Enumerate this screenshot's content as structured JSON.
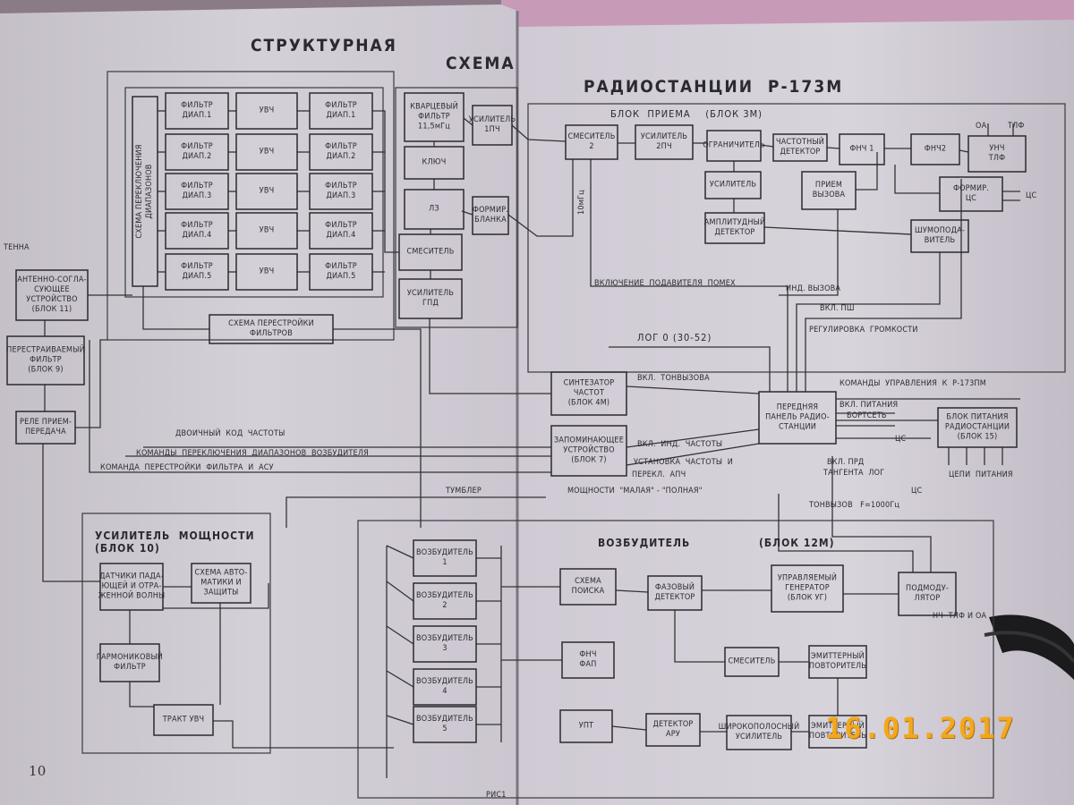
{
  "page": {
    "title_left": "СТРУКТУРНАЯ",
    "title_mid": "СХЕМА",
    "title_right": "РАДИОСТАНЦИИ  Р-173М",
    "page_number": "10",
    "figure_mark": "РИС1",
    "date_stamp": "16.01.2017"
  },
  "blocks": {
    "antenna": "ТЕННА",
    "ant_match": "АНТЕННО-СОГЛА-\nСУЮЩЕЕ\nУСТРОЙСТВО\n(БЛОК 11)",
    "tun_filter": "ПЕРЕСТРАИВАЕМЫЙ\nФИЛЬТР\n(БЛОК 9)",
    "relay": "РЕЛЕ ПРИЕМ-\nПЕРЕДАЧА",
    "band_switch": "СХЕМА ПЕРЕКЛЮЧЕНИЯ\nДИАПАЗОНОВ",
    "f_in_1": "ФИЛЬТР\nДИАП.1",
    "uvch_1": "УВЧ",
    "f_out_1": "ФИЛЬТР\nДИАП.1",
    "f_in_2": "ФИЛЬТР\nДИАП.2",
    "uvch_2": "УВЧ",
    "f_out_2": "ФИЛЬТР\nДИАП.2",
    "f_in_3": "ФИЛЬТР\nДИАП.3",
    "uvch_3": "УВЧ",
    "f_out_3": "ФИЛЬТР\nДИАП.3",
    "f_in_4": "ФИЛЬТР\nДИАП.4",
    "uvch_4": "УВЧ",
    "f_out_4": "ФИЛЬТР\nДИАП.4",
    "f_in_5": "ФИЛЬТР\nДИАП.5",
    "uvch_5": "УВЧ",
    "f_out_5": "ФИЛЬТР\nДИАП.5",
    "retune": "СХЕМА ПЕРЕСТРОЙКИ\nФИЛЬТРОВ",
    "quartz": "КВАРЦЕВЫЙ\nФИЛЬТР\n11,5мГц",
    "amp_1pch": "УСИЛИТЕЛЬ\n1ПЧ",
    "key": "КЛЮЧ",
    "lz": "ЛЗ",
    "shaper": "ФОРМИР.\nБЛАНКА",
    "mixer1": "СМЕСИТЕЛЬ",
    "gpd": "УСИЛИТЕЛЬ\nГПД",
    "mixer2": "СМЕСИТЕЛЬ\n2",
    "amp_2pch": "УСИЛИТЕЛЬ\n2ПЧ",
    "limiter": "ОГРАНИЧИТЕЛЬ",
    "freq_det": "ЧАСТОТНЫЙ\nДЕТЕКТОР",
    "fnch1": "ФНЧ 1",
    "fnch2": "ФНЧ2",
    "unch": "УНЧ\nТЛФ",
    "amp": "УСИЛИТЕЛЬ",
    "amp_det": "АМПЛИТУДНЫЙ\nДЕТЕКТОР",
    "call_rx": "ПРИЕМ\nВЫЗОВА",
    "form_cs": "ФОРМИР.\nЦС",
    "squelch": "ШУМОПОДА-\nВИТЕЛЬ",
    "synth": "СИНТЕЗАТОР\nЧАСТОТ\n(БЛОК 4М)",
    "memory": "ЗАПОМИНАЮЩЕЕ\nУСТРОЙСТВО\n(БЛОК 7)",
    "front_panel": "ПЕРЕДНЯЯ\nПАНЕЛЬ РАДИО-\nСТАНЦИИ",
    "psu": "БЛОК ПИТАНИЯ\nРАДИОСТАНЦИИ\n(БЛОК 15)",
    "pa_sensors": "ДАТЧИКИ ПАДА-\nЮЩЕЙ И ОТРА-\nЖЕННОЙ ВОЛНЫ",
    "pa_auto": "СХЕМА АВТО-\nМАТИКИ И\nЗАЩИТЫ",
    "harm_filter": "ГАРМОНИКОВЫЙ\nФИЛЬТР",
    "rf_path": "ТРАКТ УВЧ",
    "exc_1": "ВОЗБУДИТЕЛЬ\n1",
    "exc_2": "ВОЗБУДИТЕЛЬ\n2",
    "exc_3": "ВОЗБУДИТЕЛЬ\n3",
    "exc_4": "ВОЗБУДИТЕЛЬ\n4",
    "exc_5": "ВОЗБУДИТЕЛЬ\n5",
    "search": "СХЕМА\nПОИСКА",
    "phase_det": "ФАЗОВЫЙ\nДЕТЕКТОР",
    "vco": "УПРАВЛЯЕМЫЙ\nГЕНЕРАТОР\n(БЛОК УГ)",
    "submod": "ПОДМОДУ-\nЛЯТОР",
    "fnch_fap": "ФНЧ\nФАП",
    "mixer3": "СМЕСИТЕЛЬ",
    "emitter": "ЭМИТТЕРНЫЙ\nПОВТОРИТЕЛЬ",
    "upt": "УПТ",
    "aru": "ДЕТЕКТОР\nАРУ",
    "wideband": "ШИРОКОПОЛОСНЫЙ\nУСИЛИТЕЛЬ",
    "emitter2": "ЭМИТТЕРНЫЙ\nПОВТОРИТЕЛЬ"
  },
  "labels": {
    "rx_unit": "БЛОК  ПРИЕМА    (БЛОК 3М)",
    "pa_unit": "УСИЛИТЕЛЬ  МОЩНОСТИ\n(БЛОК 10)",
    "exciter_unit": "ВОЗБУДИТЕЛЬ",
    "exciter_block": "(БЛОК 12М)",
    "out_oa": "ОА",
    "out_tlf": "ТЛФ",
    "out_cs": "ЦС",
    "f10": "10мГц",
    "noise_off": "ВКЛЮЧЕНИЕ  ПОДАВИТЕЛЯ  ПОМЕХ",
    "call_ind": "ИНД. ВЫЗОВА",
    "pshch_on": "ВКЛ. ПШ",
    "volume": "РЕГУЛИРОВКА  ГРОМКОСТИ",
    "log0": "ЛОГ 0 (30-52)",
    "tone_call": "ВКЛ.  ТОНВЫЗОВА",
    "ctrl_cmd": "КОМАНДЫ  УПРАВЛЕНИЯ  К  Р-173ПМ",
    "power_on": "ВКЛ. ПИТАНИЯ",
    "onboard": "БОРТСЕТЬ",
    "cs1": "ЦС",
    "freq_ind": "ВКЛ.  ИНД.  ЧАСТОТЫ",
    "freq_set": "УСТАНОВКА  ЧАСТОТЫ  И",
    "apch": "ПЕРЕКЛ.  АПЧ",
    "prd_on": "ВКЛ. ПРД",
    "tangent": "ТАНГЕНТА  ЛОГ",
    "power_lines": "ЦЕПИ  ПИТАНИЯ",
    "bin_code": "ДВОИЧНЫЙ  КОД  ЧАСТОТЫ",
    "band_cmd": "КОМАНДЫ  ПЕРЕКЛЮЧЕНИЯ  ДИАПАЗОНОВ  ВОЗБУДИТЕЛЯ",
    "filter_cmd": "КОМАНДА  ПЕРЕСТРОЙКИ  ФИЛЬТРА  И  АСУ",
    "toggle": "ТУМБЛЕР",
    "power_mode": "МОЩНОСТИ  \"МАЛАЯ\" - \"ПОЛНАЯ\"",
    "cs2": "ЦС",
    "tone_f": "ТОНВЫЗОВ   F=1000Гц",
    "unch_out": "НЧ  ТЛФ И ОА"
  }
}
